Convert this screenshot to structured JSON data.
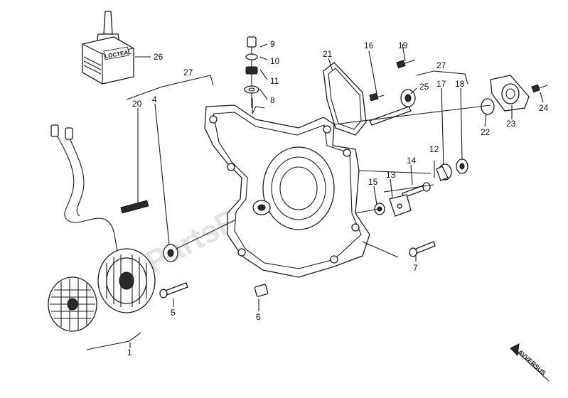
{
  "watermark": "PartsRepublik",
  "product_label": "LOCTEAL",
  "direction_label": "AVVERSUS",
  "callouts": [
    {
      "id": "c1",
      "label": "1"
    },
    {
      "id": "c4",
      "label": "4"
    },
    {
      "id": "c5",
      "label": "5"
    },
    {
      "id": "c6",
      "label": "6"
    },
    {
      "id": "c7",
      "label": "7"
    },
    {
      "id": "c8",
      "label": "8"
    },
    {
      "id": "c9",
      "label": "9"
    },
    {
      "id": "c10",
      "label": "10"
    },
    {
      "id": "c11",
      "label": "11"
    },
    {
      "id": "c12",
      "label": "12"
    },
    {
      "id": "c13",
      "label": "13"
    },
    {
      "id": "c14",
      "label": "14"
    },
    {
      "id": "c15",
      "label": "15"
    },
    {
      "id": "c16",
      "label": "16"
    },
    {
      "id": "c17",
      "label": "17"
    },
    {
      "id": "c18",
      "label": "18"
    },
    {
      "id": "c19",
      "label": "19"
    },
    {
      "id": "c20",
      "label": "20"
    },
    {
      "id": "c21",
      "label": "21"
    },
    {
      "id": "c22",
      "label": "22"
    },
    {
      "id": "c23",
      "label": "23"
    },
    {
      "id": "c24",
      "label": "24"
    },
    {
      "id": "c25",
      "label": "25"
    },
    {
      "id": "c26",
      "label": "26"
    },
    {
      "id": "c27a",
      "label": "27"
    },
    {
      "id": "c27b",
      "label": "27"
    }
  ]
}
